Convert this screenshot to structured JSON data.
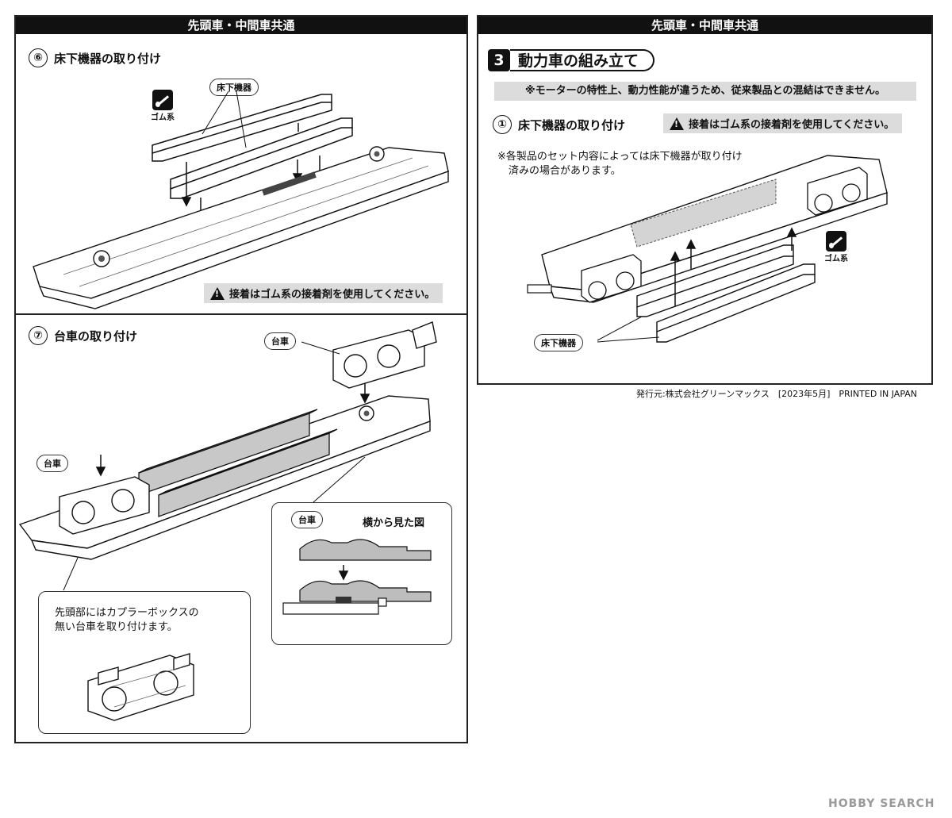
{
  "left_panel": {
    "header": "先頭車・中間車共通",
    "step6": {
      "num": "⑥",
      "title": "床下機器の取り付け",
      "part_label": "床下機器",
      "glue_label": "ゴム系",
      "warning": "接着はゴム系の接着剤を使用してください。"
    },
    "step7": {
      "num": "⑦",
      "title": "台車の取り付け",
      "bogie_label_top": "台車",
      "bogie_label_left": "台車",
      "side_view": {
        "bogie_label": "台車",
        "title": "横から見た図"
      },
      "note_line1": "先頭部にはカプラーボックスの",
      "note_line2": "無い台車を取り付けます。"
    }
  },
  "right_panel": {
    "header": "先頭車・中間車共通",
    "section_num": "3",
    "section_title": "動力車の組み立て",
    "note": "※モーターの特性上、動力性能が違うため、従来製品との混結はできません。",
    "step1": {
      "num": "①",
      "title": "床下機器の取り付け",
      "warning": "接着はゴム系の接着剤を使用してください。"
    },
    "text_line1": "※各製品のセット内容によっては床下機器が取り付け",
    "text_line2": "済みの場合があります。",
    "glue_label": "ゴム系",
    "part_label": "床下機器"
  },
  "footer": "発行元:株式会社グリーンマックス　[2023年5月]　PRINTED IN JAPAN",
  "watermark": "HOBBY SEARCH"
}
